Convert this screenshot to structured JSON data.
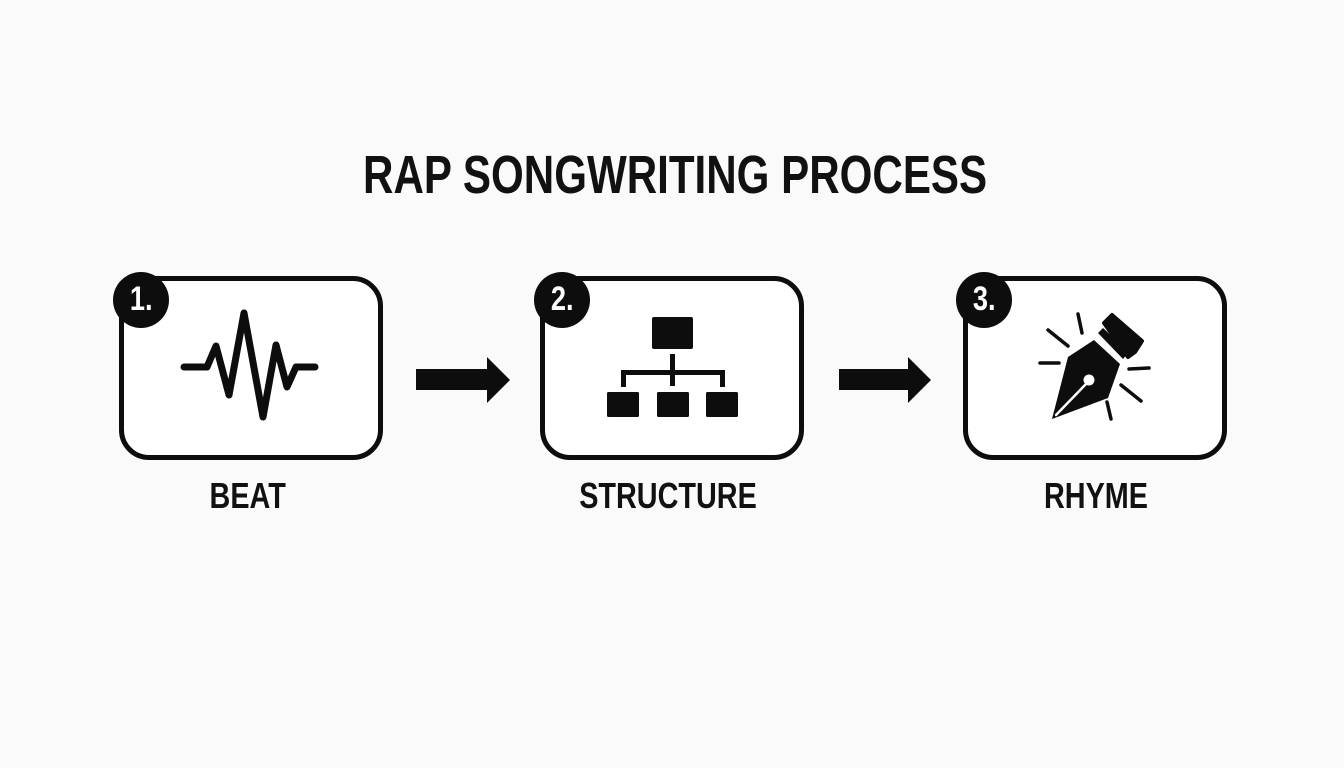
{
  "title": "RAP SONGWRITING PROCESS",
  "colors": {
    "background": "#fafafa",
    "ink": "#0d0d0d",
    "box_fill": "#ffffff",
    "badge_text": "#ffffff"
  },
  "steps": [
    {
      "number": "1.",
      "label": "BEAT",
      "icon": "waveform-icon"
    },
    {
      "number": "2.",
      "label": "STRUCTURE",
      "icon": "hierarchy-icon"
    },
    {
      "number": "3.",
      "label": "RHYME",
      "icon": "fountain-pen-icon"
    }
  ],
  "connectors": [
    {
      "from": 1,
      "to": 2,
      "icon": "arrow-right-icon"
    },
    {
      "from": 2,
      "to": 3,
      "icon": "arrow-right-icon"
    }
  ]
}
